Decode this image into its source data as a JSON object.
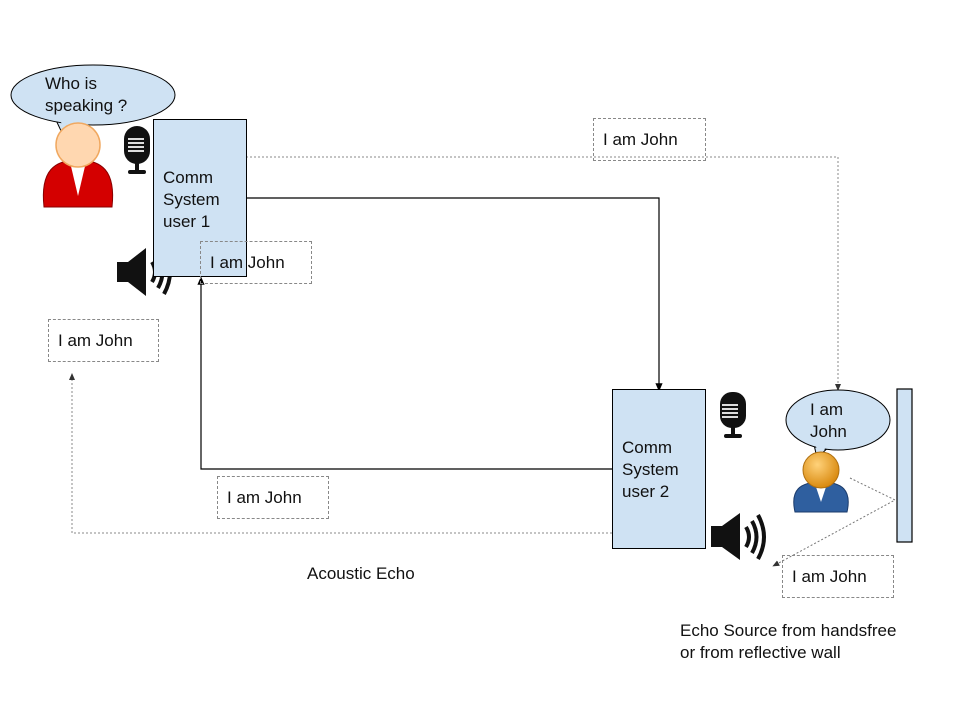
{
  "diagram": {
    "title": "Acoustic Echo",
    "caption": "Echo Source from handsfree\nor from reflective wall",
    "user1": {
      "bubble": "Who is\nspeaking ?",
      "system_label": "Comm\nSystem\nuser 1",
      "person_color": "#d40000"
    },
    "user2": {
      "bubble": "I am\nJohn",
      "system_label": "Comm\nSystem\nuser 2",
      "person_color": "#2f5f9f"
    },
    "messages": [
      "I am John",
      "I am John",
      "I am John",
      "I am John",
      "I am John"
    ],
    "colors": {
      "box_fill": "#cfe2f3",
      "line": "#000000",
      "dotted": "#888888"
    }
  }
}
